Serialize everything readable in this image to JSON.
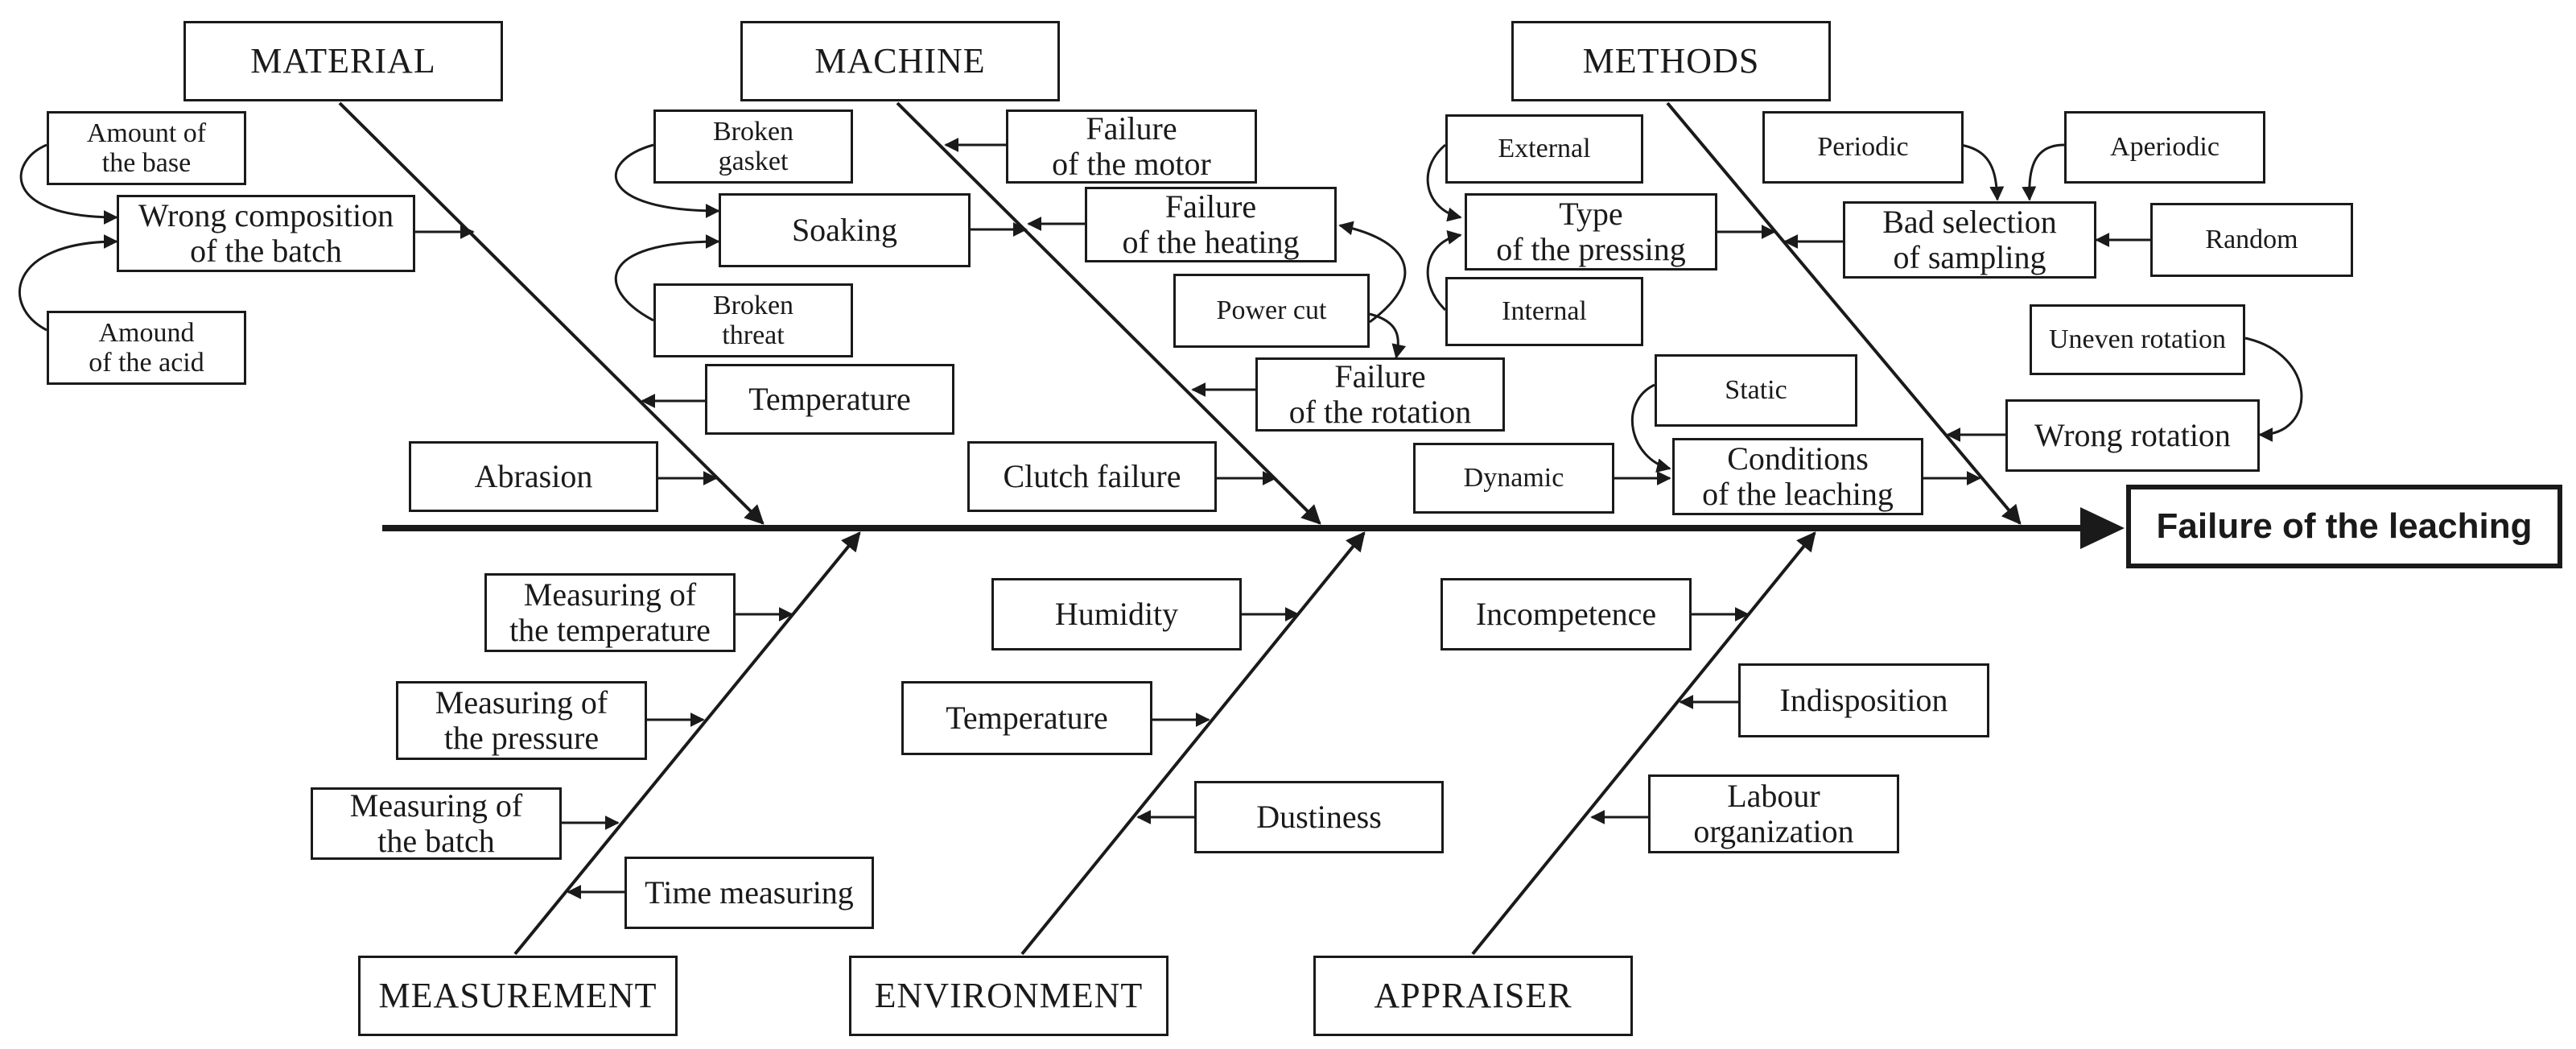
{
  "effect": "Failure of the leaching",
  "categories": {
    "material": "MATERIAL",
    "machine": "MACHINE",
    "methods": "METHODS",
    "measurement": "MEASUREMENT",
    "environment": "ENVIRONMENT",
    "appraiser": "APPRAISER"
  },
  "causes": {
    "amount_of_base": "Amount of\nthe base",
    "wrong_composition": "Wrong composition\nof the batch",
    "amount_of_acid": "Amound\nof the acid",
    "abrasion": "Abrasion",
    "temperature_material": "Temperature",
    "broken_gasket": "Broken\ngasket",
    "soaking": "Soaking",
    "broken_threat": "Broken\nthreat",
    "failure_motor": "Failure\nof the motor",
    "failure_heating": "Failure\nof the heating",
    "power_cut": "Power cut",
    "failure_rotation": "Failure\nof the rotation",
    "clutch_failure": "Clutch failure",
    "external": "External",
    "type_pressing": "Type\nof the pressing",
    "internal": "Internal",
    "periodic": "Periodic",
    "aperiodic": "Aperiodic",
    "bad_selection": "Bad selection\nof sampling",
    "random": "Random",
    "uneven_rotation": "Uneven rotation",
    "wrong_rotation": "Wrong rotation",
    "static": "Static",
    "dynamic": "Dynamic",
    "conditions_leaching": "Conditions\nof the leaching",
    "measuring_temperature": "Measuring of\nthe temperature",
    "measuring_pressure": "Measuring of\nthe pressure",
    "measuring_batch": "Measuring of\nthe batch",
    "time_measuring": "Time measuring",
    "humidity": "Humidity",
    "temperature_env": "Temperature",
    "dustiness": "Dustiness",
    "incompetence": "Incompetence",
    "indisposition": "Indisposition",
    "labour_organization": "Labour\norganization"
  },
  "colors": {
    "line": "#1a1a1a",
    "background": "#ffffff"
  }
}
